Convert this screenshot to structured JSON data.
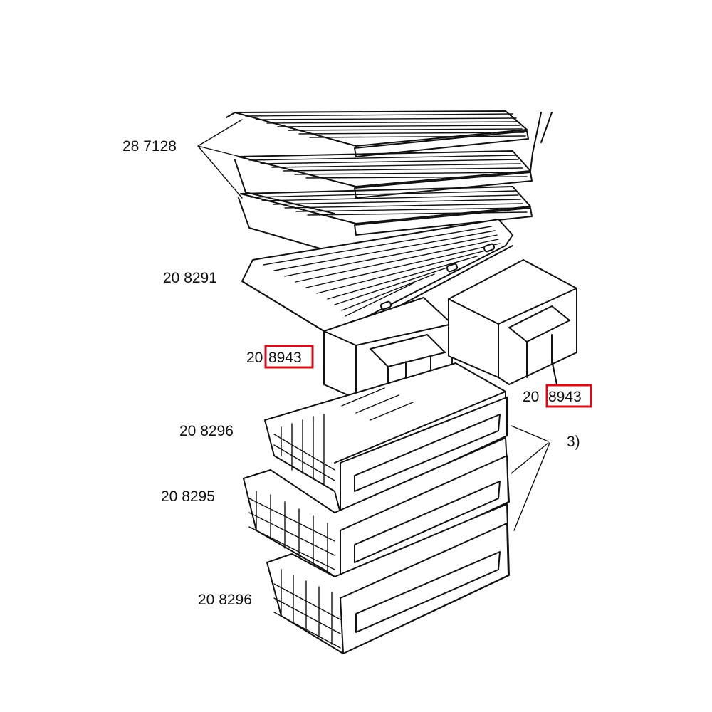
{
  "labels": {
    "shelves": "28 7128",
    "glass_shelf": "20 8291",
    "bin_left_prefix": "20",
    "bin_left_code": "8943",
    "bin_right_prefix": "20",
    "bin_right_code": "8943",
    "drawer_top": "20 8296",
    "drawer_middle": "20 8295",
    "drawer_bottom": "20 8296",
    "note": "3)"
  },
  "colors": {
    "line": "#111111",
    "highlight": "#d0111b",
    "background": "#ffffff"
  }
}
